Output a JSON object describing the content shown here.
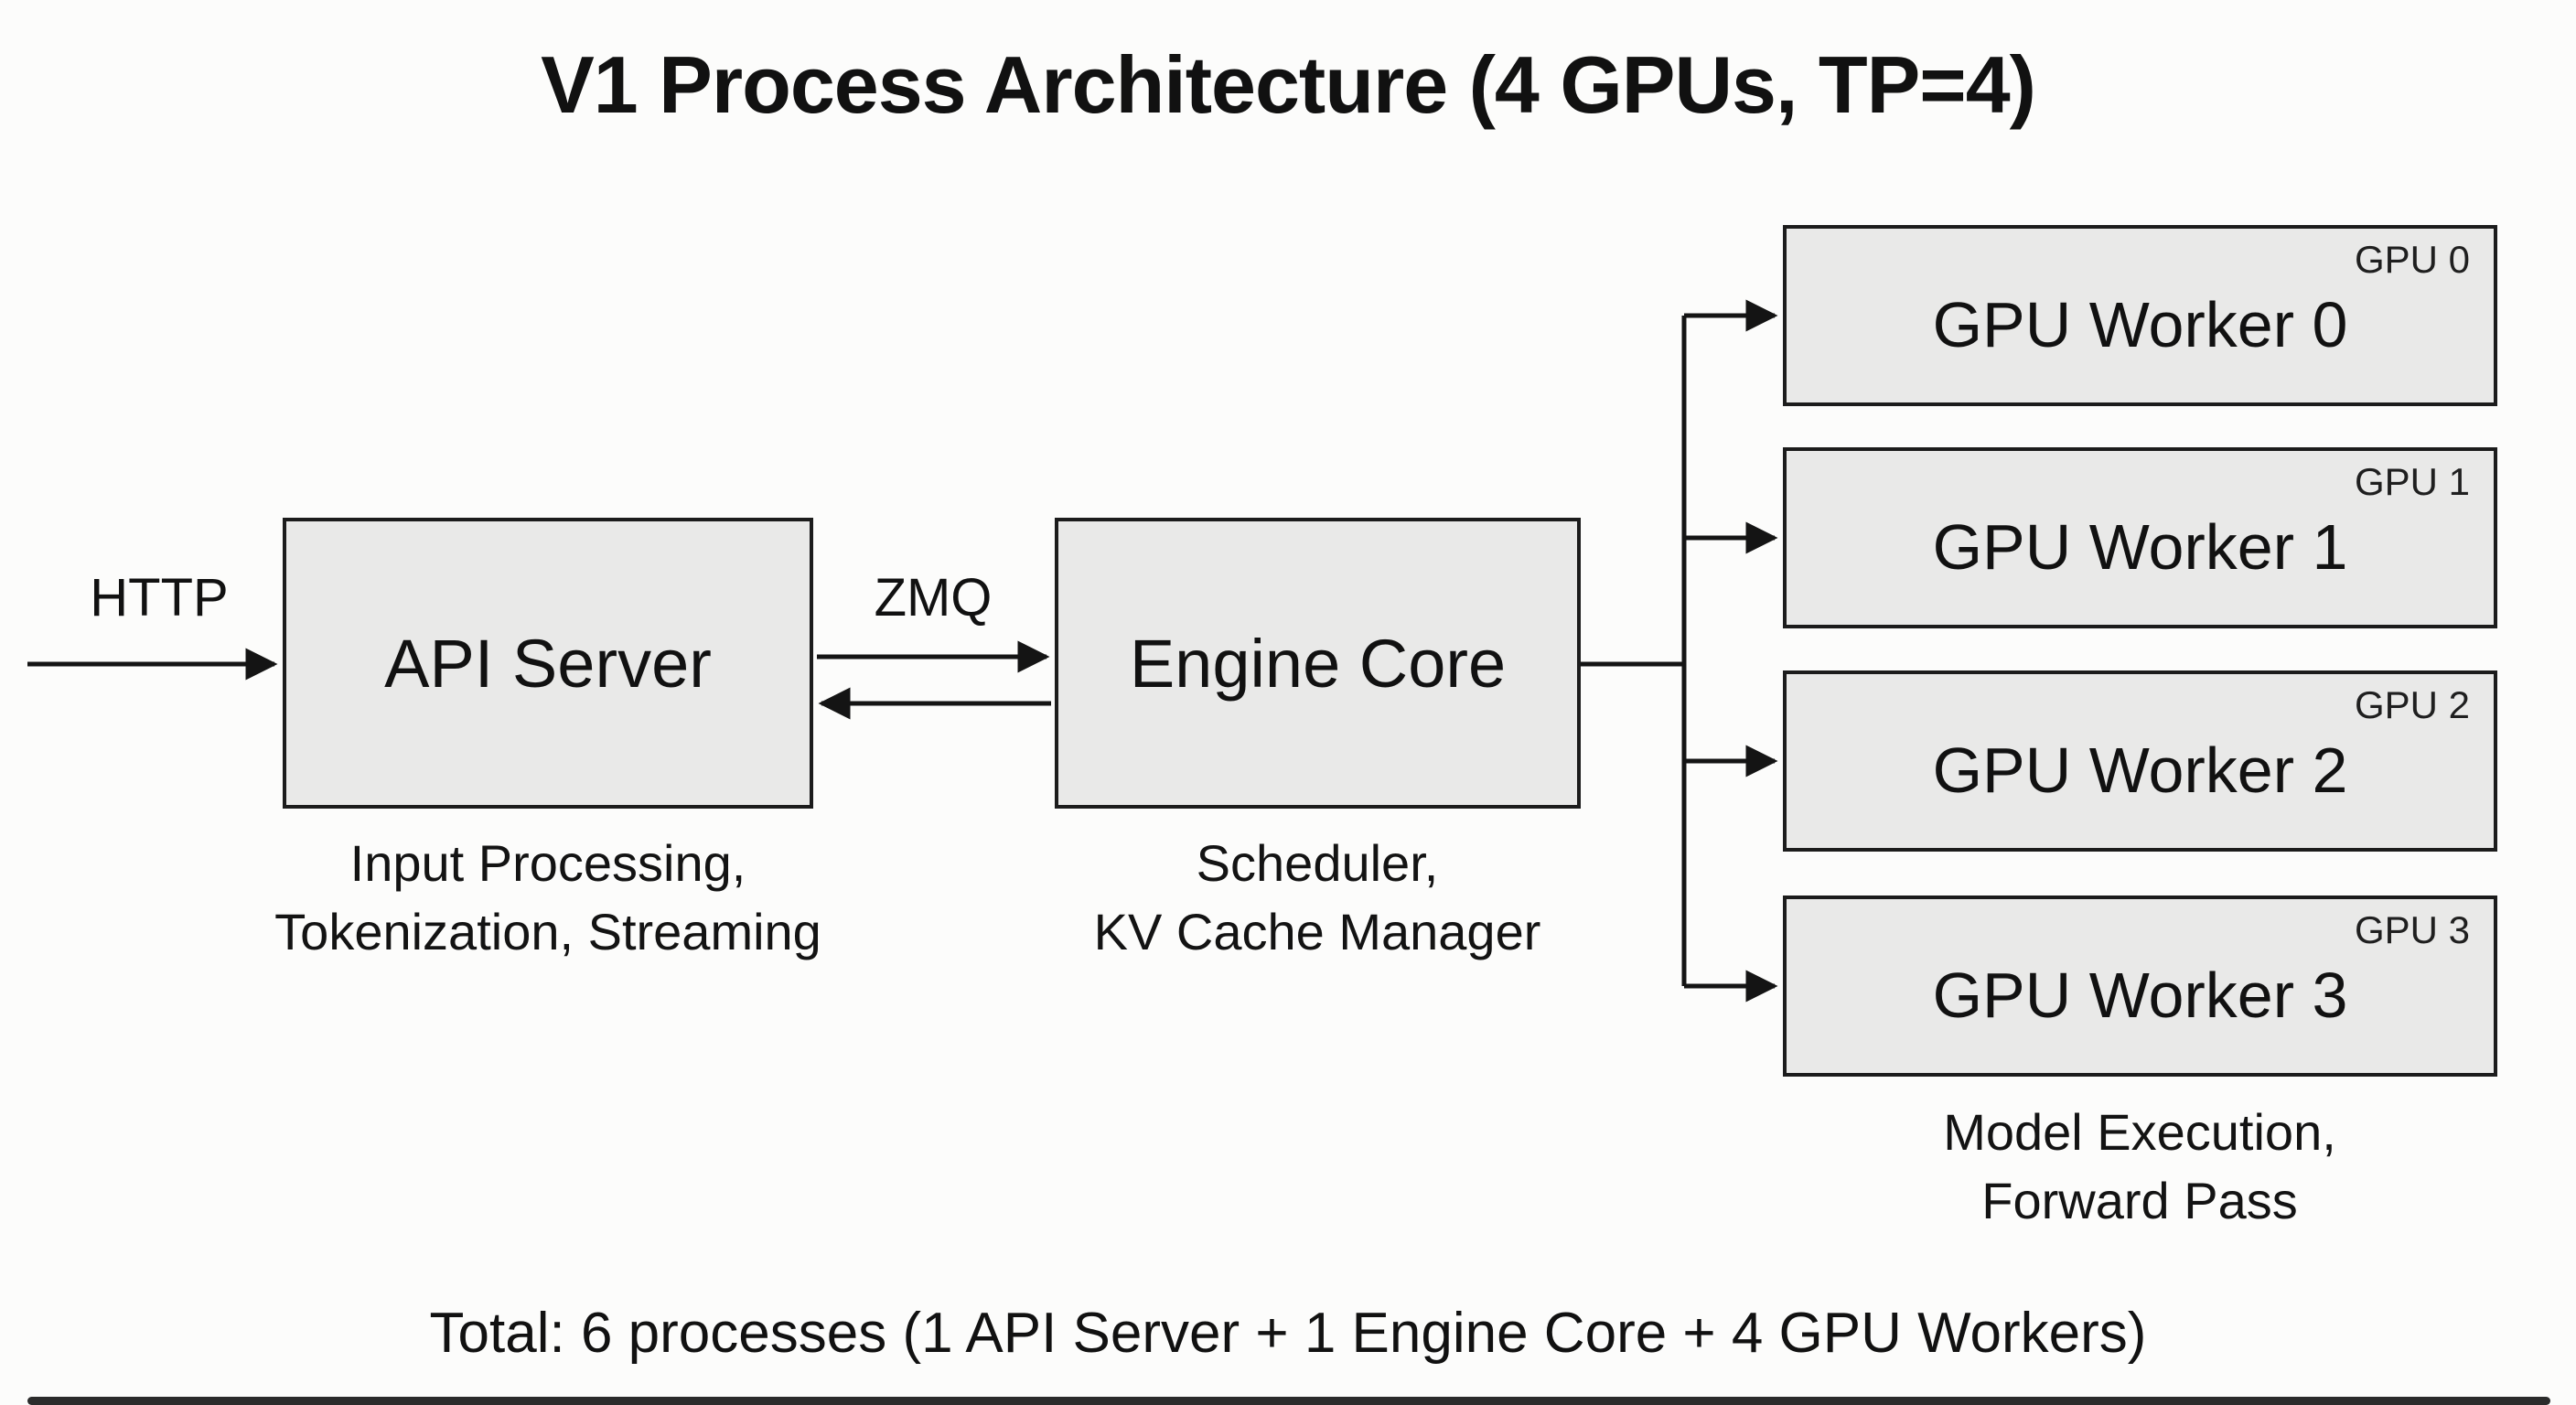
{
  "title": "V1 Process Architecture (4 GPUs, TP=4)",
  "edges": {
    "http_label": "HTTP",
    "zmq_label": "ZMQ"
  },
  "api_server": {
    "label": "API Server",
    "caption_line1": "Input Processing,",
    "caption_line2": "Tokenization, Streaming"
  },
  "engine_core": {
    "label": "Engine Core",
    "caption_line1": "Scheduler,",
    "caption_line2": "KV Cache Manager"
  },
  "workers": {
    "items": [
      {
        "label": "GPU Worker 0",
        "gpu_tag": "GPU 0"
      },
      {
        "label": "GPU Worker 1",
        "gpu_tag": "GPU 1"
      },
      {
        "label": "GPU Worker 2",
        "gpu_tag": "GPU 2"
      },
      {
        "label": "GPU Worker 3",
        "gpu_tag": "GPU 3"
      }
    ],
    "caption_line1": "Model Execution,",
    "caption_line2": "Forward Pass"
  },
  "footer": "Total: 6 processes (1 API Server + 1 Engine Core + 4 GPU Workers)",
  "colors": {
    "background": "#fcfcfb",
    "box_fill": "#e9e9e8",
    "box_border": "#1c1c1c",
    "line": "#141414",
    "text": "#111111"
  }
}
